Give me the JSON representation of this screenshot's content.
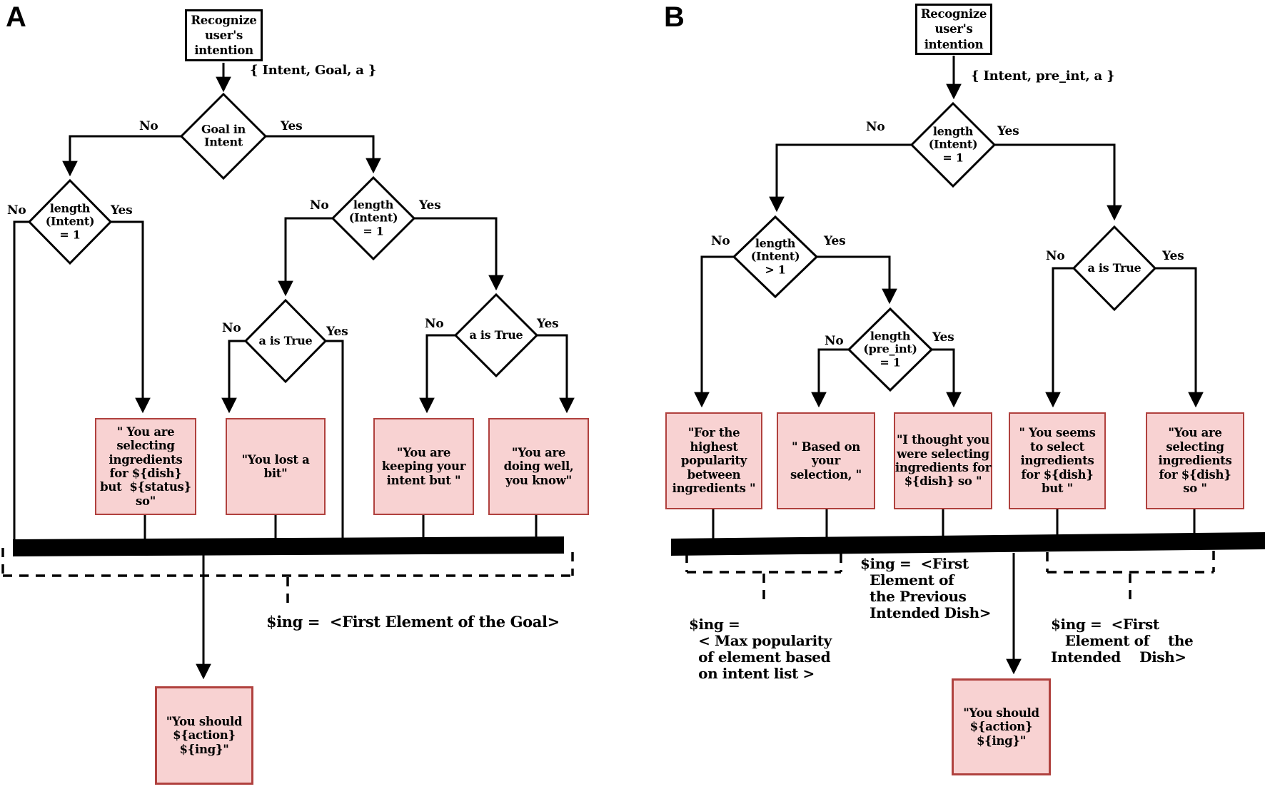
{
  "edge_labels": {
    "no": "No",
    "yes": "Yes"
  },
  "panel_a": {
    "label": "A",
    "start": "Recognize\nuser's\nintention",
    "params": "{ Intent, Goal, a }",
    "d_goal": "Goal in\nIntent",
    "d_len_left": "length\n(Intent)\n= 1",
    "d_len_right": "length\n(Intent)\n= 1",
    "d_a_left": "a is True",
    "d_a_right": "a is True",
    "out1": "\" You are\nselecting\ningredients\nfor ${dish}\nbut  ${status}\nso\"",
    "out2": "\"You lost a\nbit\"",
    "out3": "\"You are\nkeeping your\nintent but \"",
    "out4": "\"You are\ndoing well,\nyou know\"",
    "assign": "$ing =  <First Element of the Goal>",
    "final": "\"You should\n${action}\n${ing}\""
  },
  "panel_b": {
    "label": "B",
    "start": "Recognize\nuser's\nintention",
    "params": "{ Intent, pre_int, a }",
    "d_len1": "length\n(Intent)\n= 1",
    "d_len_gt1": "length\n(Intent)\n> 1",
    "d_len_preint": "length\n(pre_int)\n= 1",
    "d_a_true": "a is True",
    "out1": "\"For the\nhighest\npopularity\nbetween\ningredients \"",
    "out2": "\" Based on\nyour\nselection, \"",
    "out3": "\"I thought you\nwere selecting\ningredients for\n${dish} so \"",
    "out4": "\" You seems\nto select\ningredients\nfor ${dish}\nbut \"",
    "out5": "\"You are\nselecting\ningredients\nfor ${dish}\nso \"",
    "assign_left": "$ing =\n  < Max popularity\n  of element based\n  on intent list >",
    "assign_mid": "$ing =  <First\n  Element of\n  the Previous\n  Intended Dish>",
    "assign_right": "$ing =  <First\n   Element of    the\nIntended    Dish>",
    "final": "\"You should\n${action}\n${ing}\""
  }
}
